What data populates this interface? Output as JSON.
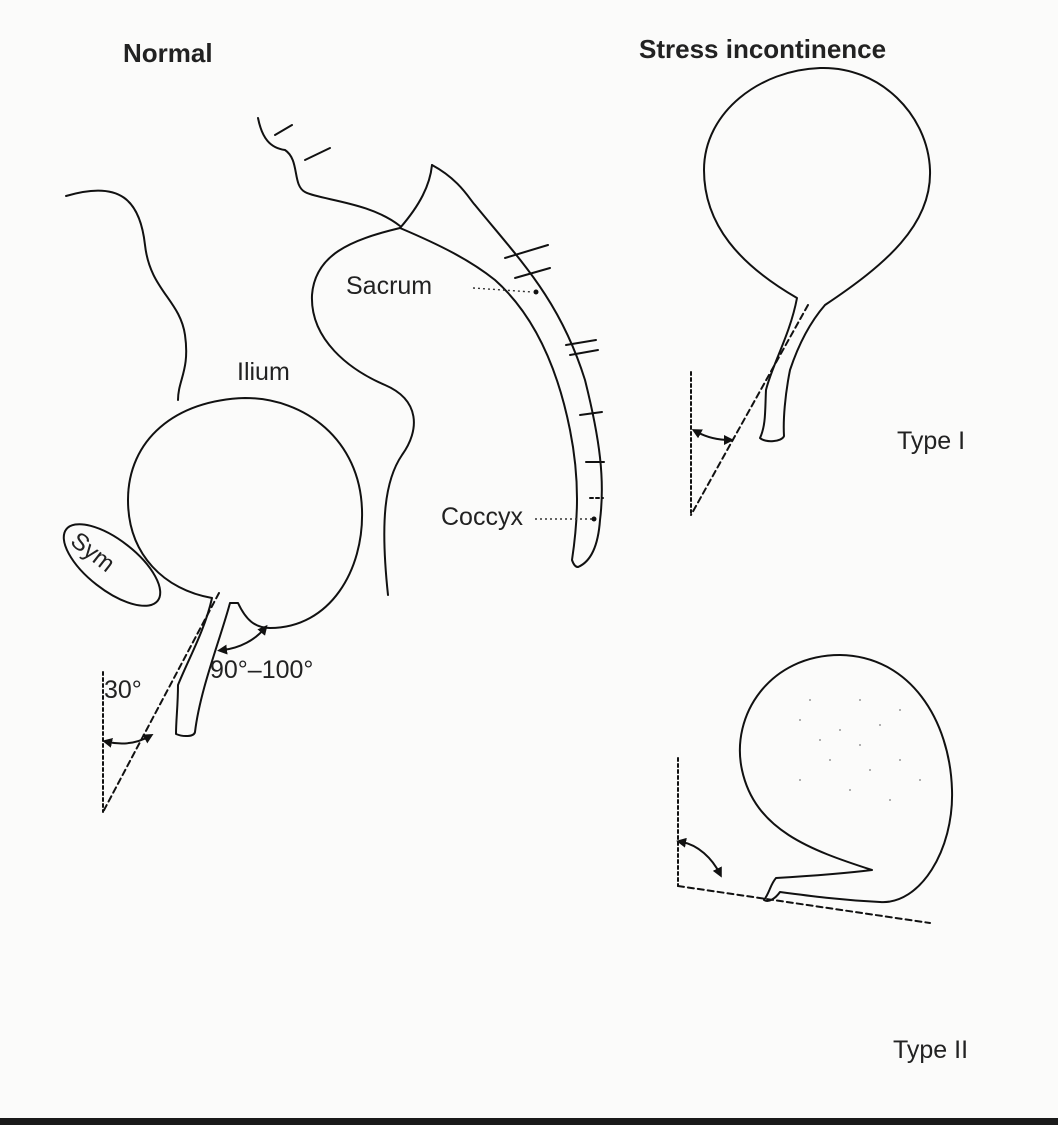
{
  "headings": {
    "normal": "Normal",
    "stress": "Stress incontinence"
  },
  "anatomy_labels": {
    "ilium": "Ilium",
    "sacrum": "Sacrum",
    "coccyx": "Coccyx",
    "symphysis": "Sym"
  },
  "angle_labels": {
    "inclination": "30°",
    "posterior_angle": "90°–100°"
  },
  "type_labels": {
    "type1": "Type I",
    "type2": "Type II"
  }
}
